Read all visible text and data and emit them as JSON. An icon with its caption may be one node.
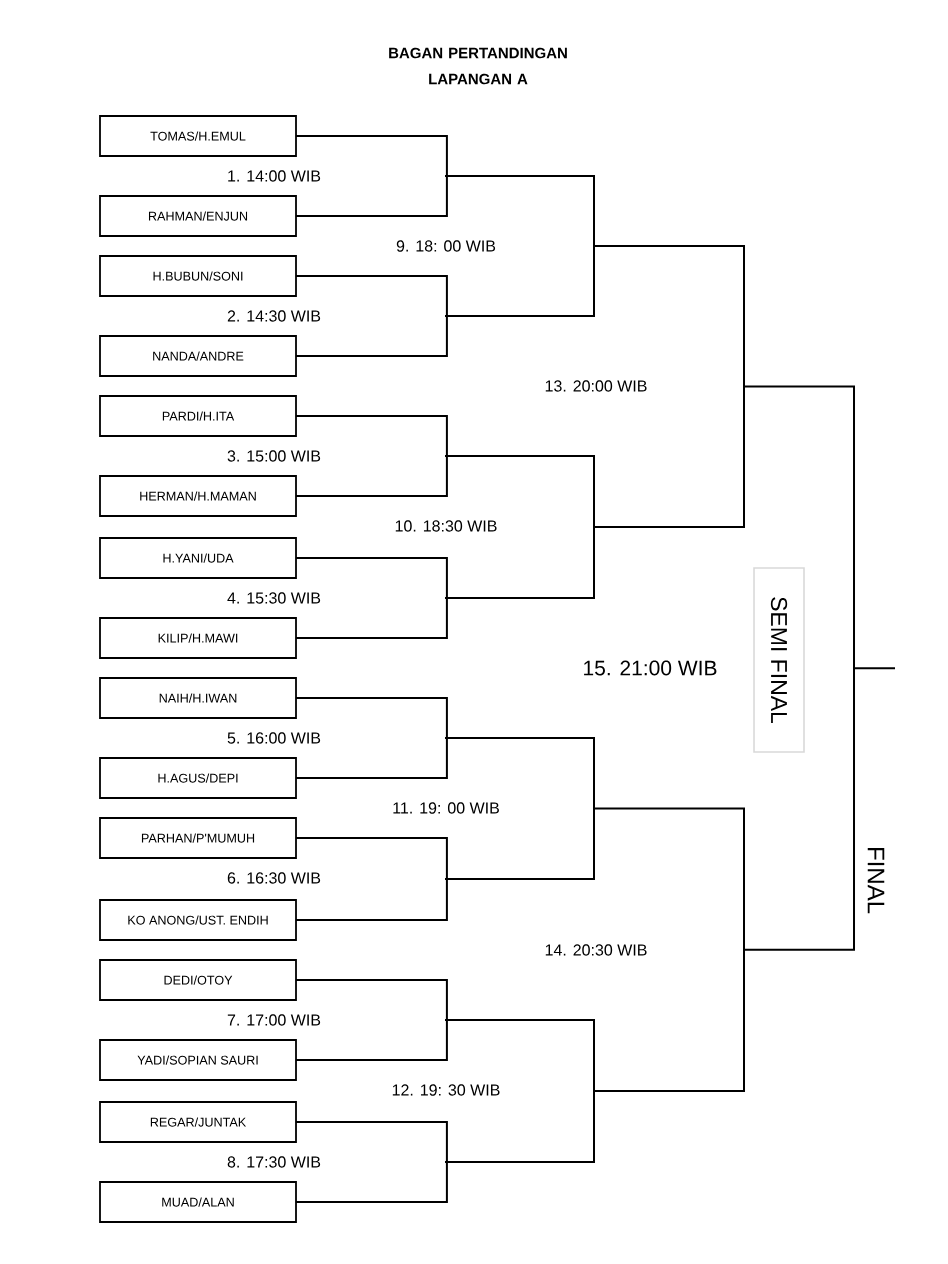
{
  "diagram": {
    "title": "BAGAN PERTANDINGAN LAPANGAN A",
    "nodes": [
      {
        "text": [
          "TOMAS/H.EMUL"
        ]
      },
      {
        "text": [
          "RAHMAN/ENJUN"
        ]
      },
      {
        "text": [
          "H.BUBUN/SONI"
        ]
      },
      {
        "text": [
          "NANDA/ANDRE"
        ]
      },
      {
        "text": [
          "PARDI/H.ITA"
        ]
      },
      {
        "text": [
          "HERMAN/H.MAMAN"
        ]
      },
      {
        "text": [
          "H.YANI/UDA"
        ]
      },
      {
        "text": [
          "KILIP/H.MAWI"
        ]
      },
      {
        "text": [
          "NAIH/H.IWAN"
        ]
      },
      {
        "text": [
          "H.AGUS/DEPI"
        ]
      },
      {
        "text": [
          "PARHAN/P'MUMUH"
        ]
      },
      {
        "text": [
          "KO ANONG/UST. ENDIH"
        ]
      },
      {
        "text": [
          "DEDI/OTOY"
        ]
      },
      {
        "text": [
          "YADI/SOPIAN SAURI"
        ]
      },
      {
        "text": [
          "REGAR/JUNTAK"
        ]
      },
      {
        "text": [
          "MUAD/ALAN"
        ]
      },
      {
        "text": [
          "SEMI FINAL"
        ]
      }
    ],
    "edges": [
      {
        "from": 0,
        "to": 1,
        "arrow": "none"
      },
      {
        "from": 2,
        "to": 3,
        "arrow": "none"
      },
      {
        "from": 4,
        "to": 5,
        "arrow": "none"
      },
      {
        "from": 6,
        "to": 7,
        "arrow": "none"
      },
      {
        "from": 8,
        "to": 9,
        "arrow": "none"
      },
      {
        "from": 10,
        "to": 11,
        "arrow": "none"
      },
      {
        "from": 12,
        "to": 13,
        "arrow": "none"
      },
      {
        "from": 14,
        "to": 15,
        "arrow": "none"
      }
    ],
    "labels": [
      "1. 14:00 WIB",
      "9. 18: 00 WIB",
      "2. 14:30 WIB",
      "13. 20:00 WIB",
      "3. 15:00 WIB",
      "10. 18:30 WIB",
      "4. 15:30 WIB",
      "15. 21:00 WIB",
      "5. 16:00 WIB",
      "11. 19: 00 WIB",
      "6. 16:30 WIB",
      "FINAL",
      "14. 20:30 WIB",
      "7. 17:00 WIB",
      "12. 19: 30 WIB",
      "8. 17:30 WIB"
    ]
  }
}
